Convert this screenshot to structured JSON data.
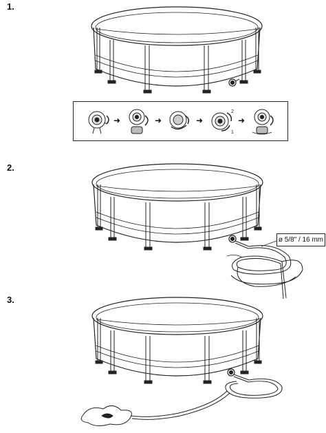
{
  "steps": {
    "step1": {
      "number": "1."
    },
    "step2": {
      "number": "2."
    },
    "step3": {
      "number": "3."
    }
  },
  "hose": {
    "diameter_label": "ø 5/8\" / 16 mm"
  },
  "sub_steps": {
    "arrow": "➜",
    "labels": [
      "2",
      "1"
    ]
  }
}
